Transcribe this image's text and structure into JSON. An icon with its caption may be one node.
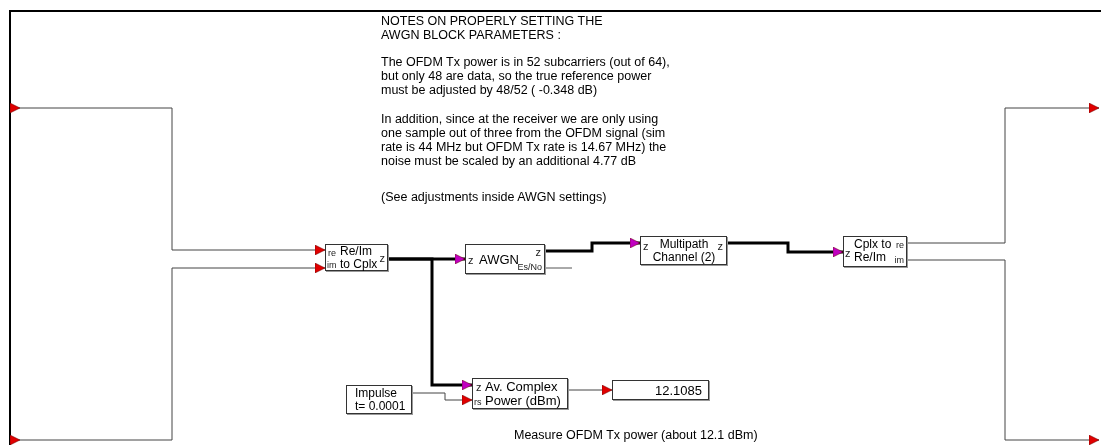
{
  "diagram": {
    "nodes": [
      {
        "text": [
          "re",
          "Re/Im to Cplx",
          "z",
          "im"
        ]
      },
      {
        "text": [
          "z",
          "AWGN",
          "z",
          "Es/No"
        ]
      },
      {
        "text": [
          "z",
          "Multipath Channel (2)",
          "z"
        ]
      },
      {
        "text": [
          "z",
          "Cplx to Re/Im",
          "re",
          "im"
        ]
      },
      {
        "text": [
          "Impulse t= 0.0001"
        ]
      },
      {
        "text": [
          "z",
          "rs",
          "Av. Complex Power (dBm)"
        ]
      },
      {
        "text": [
          "12.1085"
        ]
      }
    ],
    "edges": [
      {
        "from": null,
        "to": 0,
        "arrow": "to"
      },
      {
        "from": null,
        "to": 0,
        "arrow": "to"
      },
      {
        "from": 0,
        "to": 1,
        "arrow": "to",
        "style": "thick"
      },
      {
        "from": 0,
        "to": 5,
        "arrow": "to",
        "style": "thick"
      },
      {
        "from": 1,
        "to": 2,
        "arrow": "to",
        "style": "thick"
      },
      {
        "from": 2,
        "to": 3,
        "arrow": "to",
        "style": "thick"
      },
      {
        "from": 4,
        "to": 5,
        "arrow": "to"
      },
      {
        "from": 5,
        "to": 6,
        "arrow": "to"
      },
      {
        "from": 3,
        "to": null,
        "arrow": "to"
      },
      {
        "from": 3,
        "to": null,
        "arrow": "to"
      }
    ],
    "labels": [
      "NOTES ON PROPERLY SETTING THE AWGN BLOCK PARAMETERS :",
      "The OFDM Tx power is in 52 subcarriers (out of 64), but only 48 are data, so the true reference power must be adjusted by 48/52 ( -0.348 dB)",
      "In addition, since at the receiver we are only using one sample out of three from the OFDM signal (sim rate is 44 MHz but OFDM Tx rate is 14.67 MHz) the noise must be scaled by an additional 4.77 dB",
      "(See adjustments inside AWGN settings)",
      "Measure OFDM Tx power (about 12.1 dBm)"
    ]
  }
}
